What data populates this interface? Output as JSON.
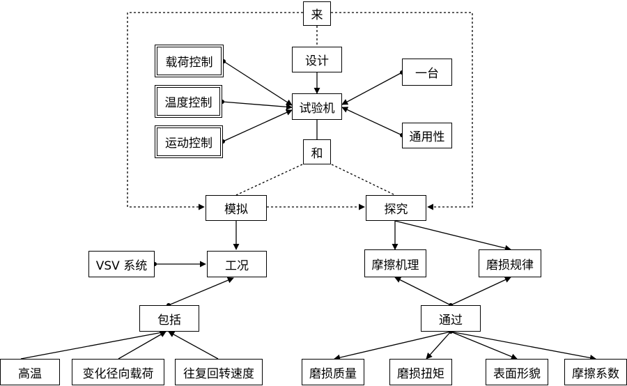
{
  "nodes": {
    "lai": "来",
    "sheji": "设计",
    "shiyanji": "试验机",
    "he": "和",
    "zaihe": "载荷控制",
    "wendu": "温度控制",
    "yundong": "运动控制",
    "yitai": "一台",
    "tongyong": "通用性",
    "moni": "模拟",
    "tanjiu": "探究",
    "vsv": "VSV 系统",
    "gongkuang": "工况",
    "baokuo": "包括",
    "gaowen": "高温",
    "bianhua": "变化径向载荷",
    "wangfu": "往复回转速度",
    "moca_jili": "摩擦机理",
    "mosun_guilv": "磨损规律",
    "tongguo": "通过",
    "mosun_zhiliang": "磨损质量",
    "mosun_niuju": "磨损扭矩",
    "biaomian": "表面形貌",
    "moca_xishu": "摩擦系数"
  },
  "colors": {
    "line": "#000000",
    "background": "#ffffff"
  }
}
